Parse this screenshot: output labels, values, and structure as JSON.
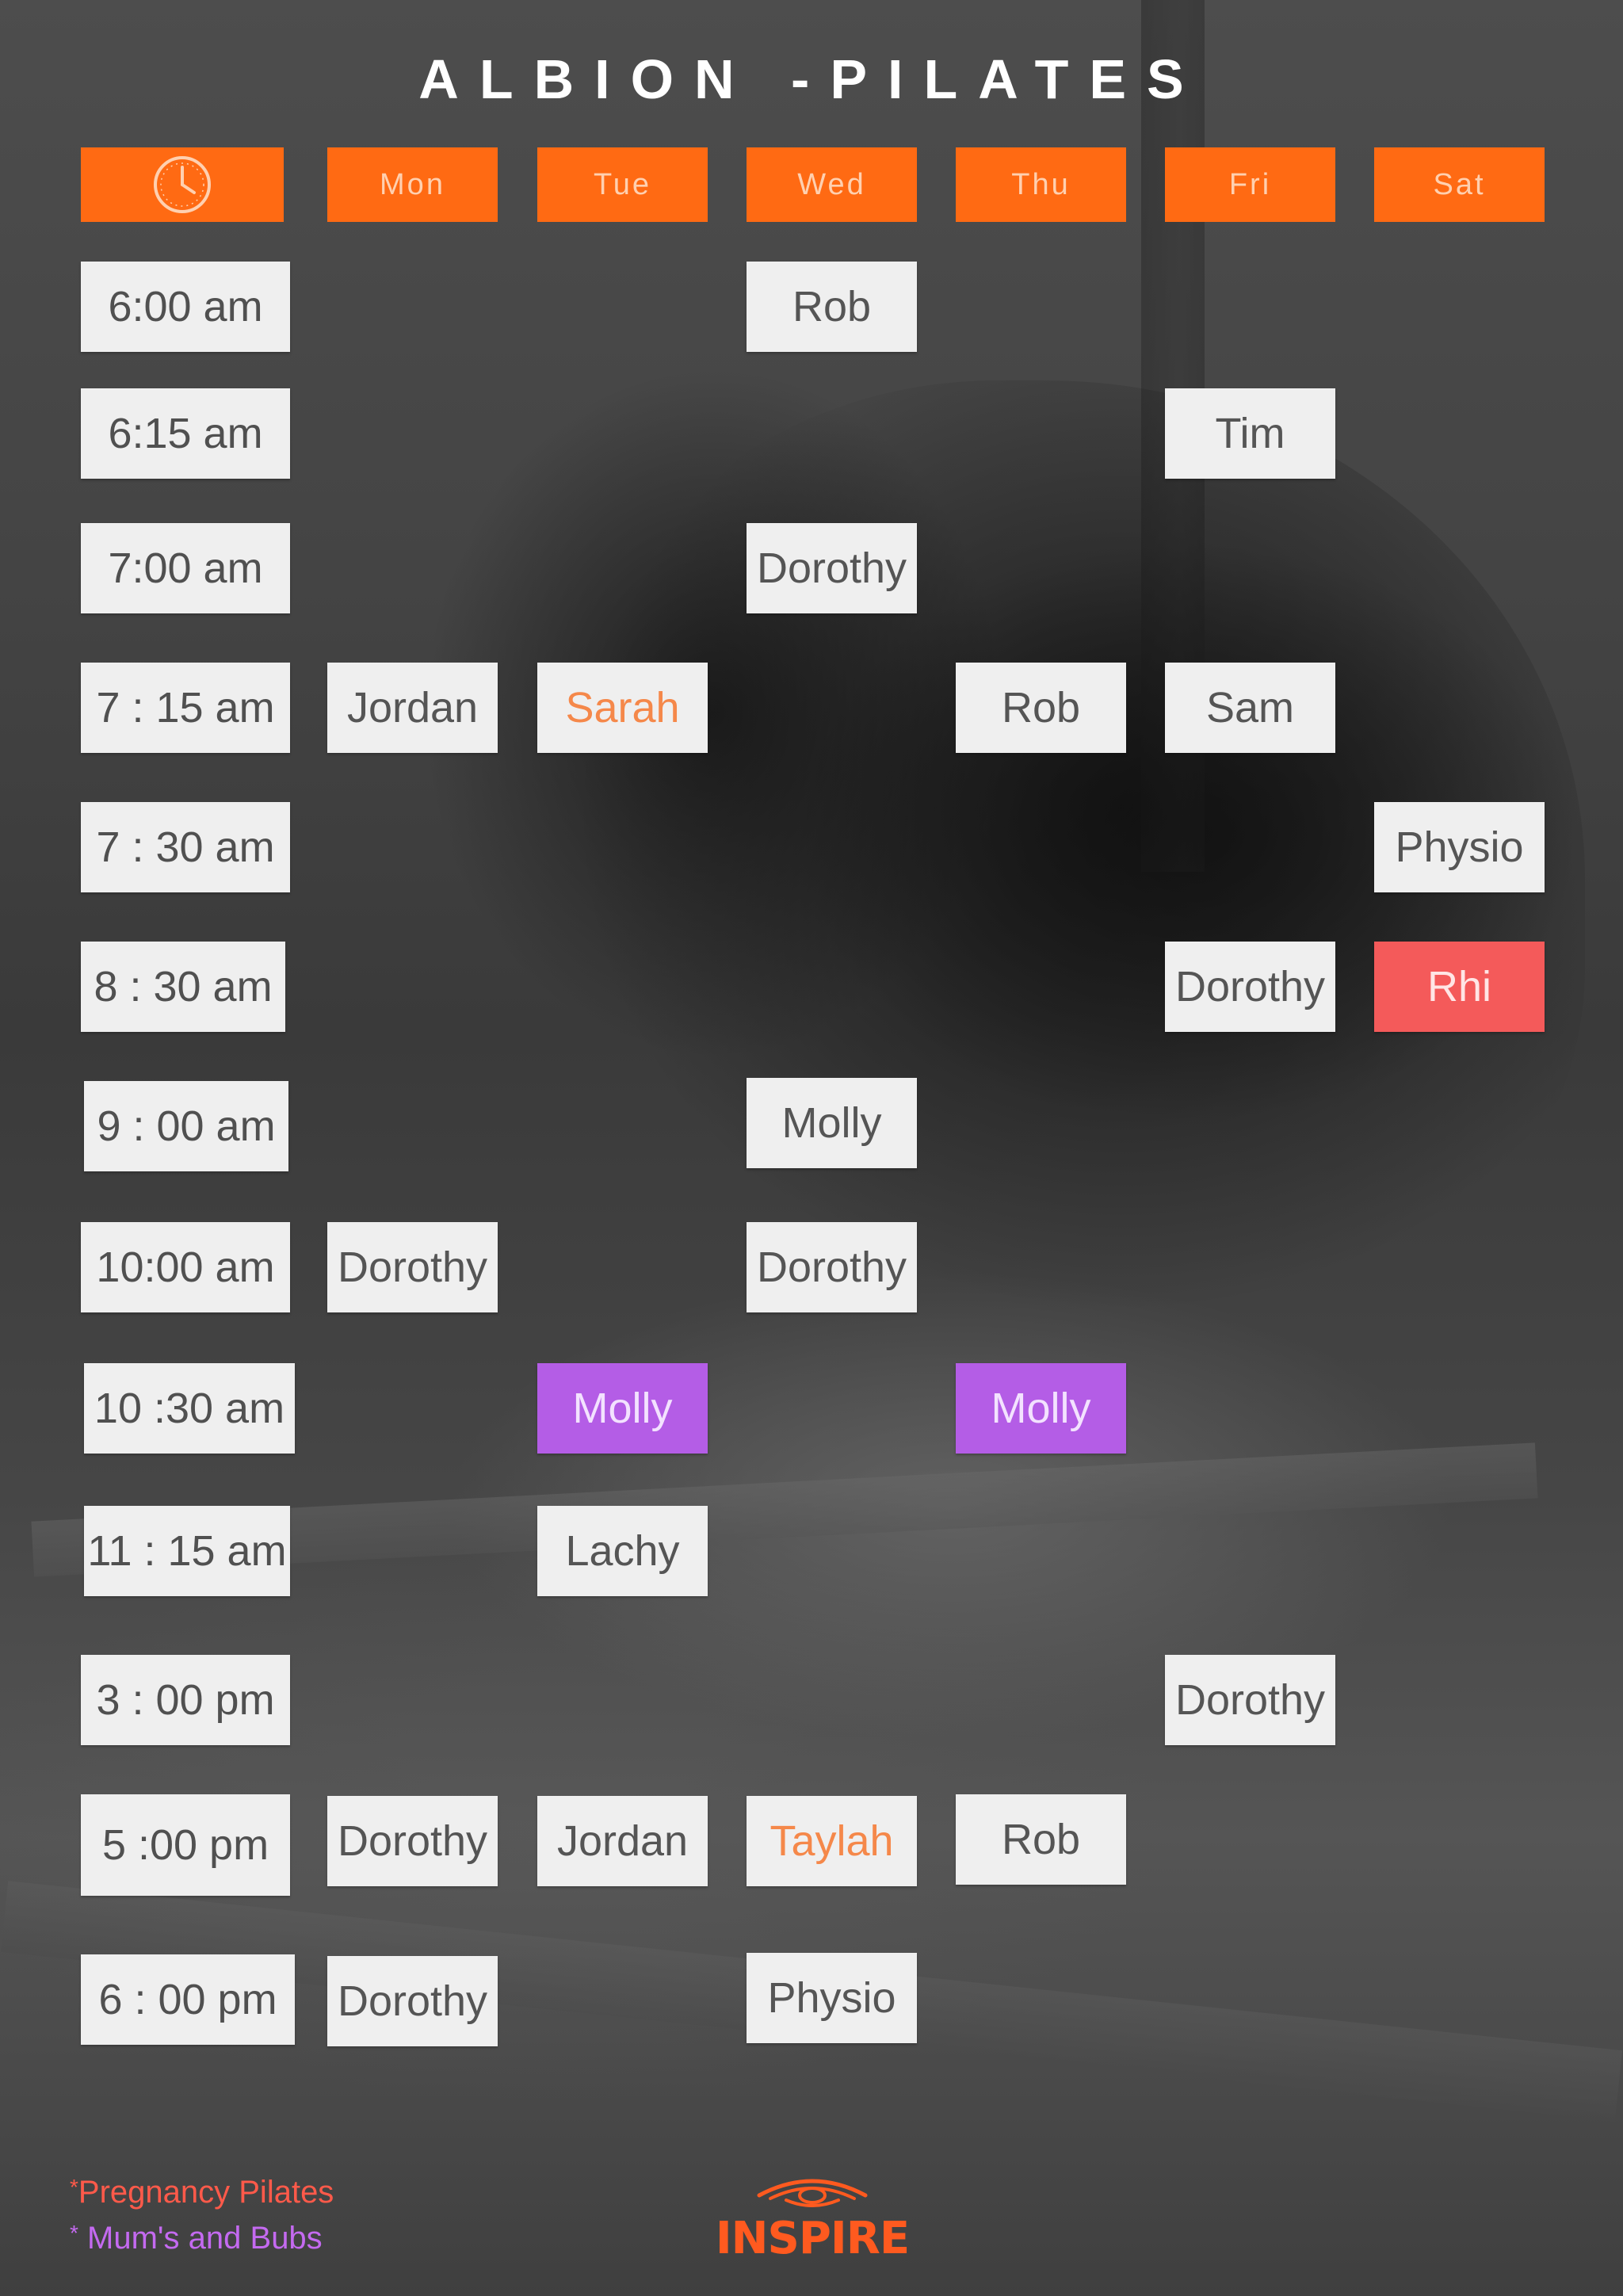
{
  "title": "ALBION -PILATES",
  "days": {
    "clock_icon": "clock-icon",
    "mon": "Mon",
    "tue": "Tue",
    "wed": "Wed",
    "thu": "Thu",
    "fri": "Fri",
    "sat": "Sat"
  },
  "colors": {
    "header": "#ff6a13",
    "pregnancy": "#f45a5a",
    "mums_and_bubs": "#b45de6",
    "highlight_text": "#f5884a"
  },
  "rows": [
    {
      "time": "6:00 am",
      "wed": "Rob"
    },
    {
      "time": "6:15 am",
      "fri": "Tim"
    },
    {
      "time": "7:00 am",
      "wed": "Dorothy"
    },
    {
      "time": "7 : 15 am",
      "mon": "Jordan",
      "tue": "Sarah",
      "thu": "Rob",
      "fri": "Sam"
    },
    {
      "time": "7 : 30 am",
      "sat": "Physio"
    },
    {
      "time": "8 : 30 am",
      "fri": "Dorothy",
      "sat": "Rhi"
    },
    {
      "time": "9 : 00 am",
      "wed": "Molly"
    },
    {
      "time": "10:00 am",
      "mon": "Dorothy",
      "wed": "Dorothy"
    },
    {
      "time": "10 :30 am",
      "tue": "Molly",
      "thu": "Molly"
    },
    {
      "time": "11 : 15 am",
      "tue": "Lachy"
    },
    {
      "time": "3 : 00 pm",
      "fri": "Dorothy"
    },
    {
      "time": "5 :00 pm",
      "mon": "Dorothy",
      "tue": "Jordan",
      "wed": "Taylah",
      "thu": "Rob"
    },
    {
      "time": "6 : 00 pm",
      "mon": "Dorothy",
      "wed": "Physio"
    }
  ],
  "legend": {
    "pregnancy_star": "*",
    "pregnancy": "Pregnancy Pilates",
    "mums_star": "*",
    "mums": " Mum's and Bubs"
  },
  "logo": {
    "text": "INSPIRE",
    "icon": "eye-logo-icon"
  }
}
